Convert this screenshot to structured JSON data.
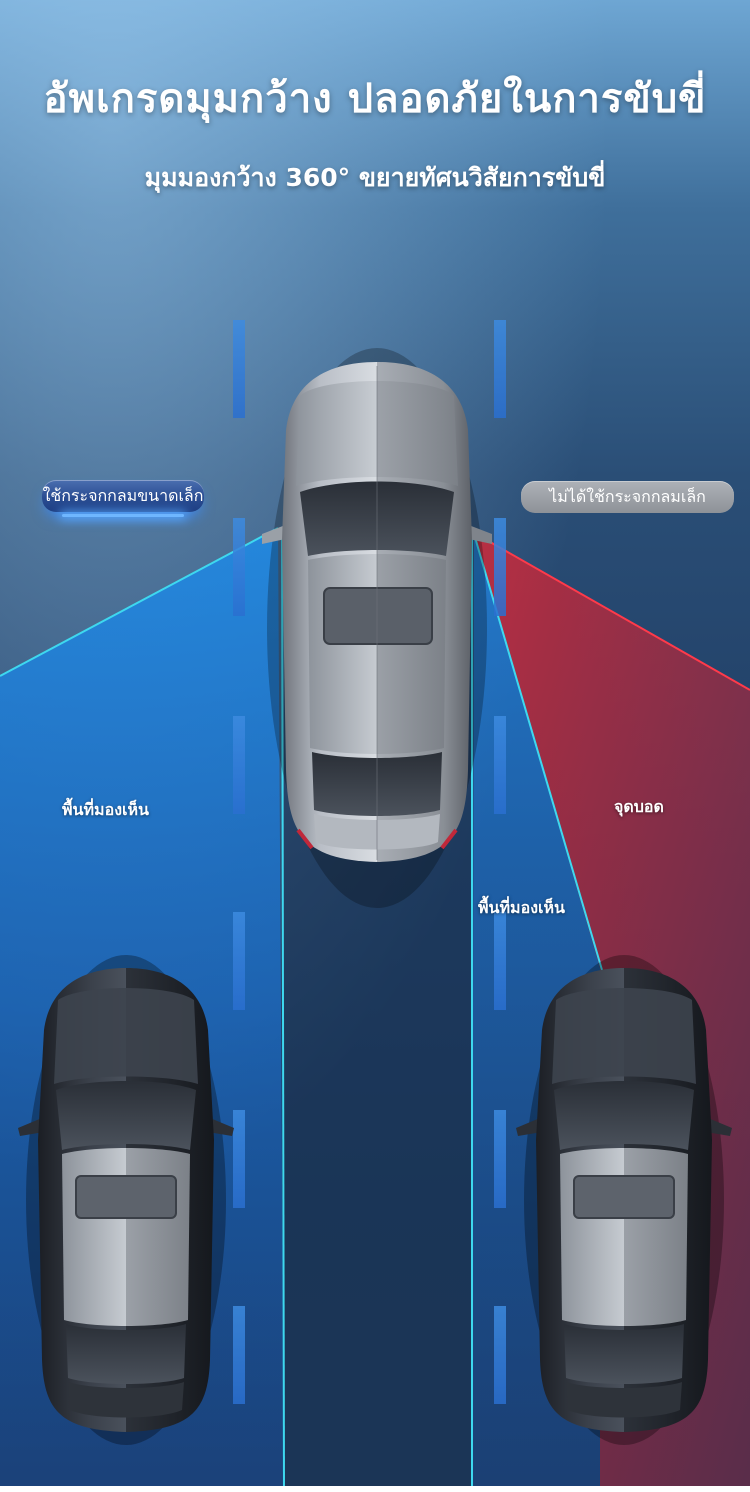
{
  "header": {
    "title": "อัพเกรดมุมกว้าง ปลอดภัยในการขับขี่",
    "subtitle": "มุมมองกว้าง 360° ขยายทัศนวิสัยการขับขี่"
  },
  "labels": {
    "with_mirror": "ใช้กระจกกลมขนาดเล็ก",
    "without_mirror": "ไม่ได้ใช้กระจกกลมเล็ก",
    "visible_area_left": "พื้นที่มองเห็น",
    "visible_area_right": "พื้นที่มองเห็น",
    "blind_spot": "จุดบอด"
  },
  "colors": {
    "visible_zone": "#1f86e6",
    "blind_zone": "#c82a3a",
    "beam_line": "#39d5ee"
  }
}
